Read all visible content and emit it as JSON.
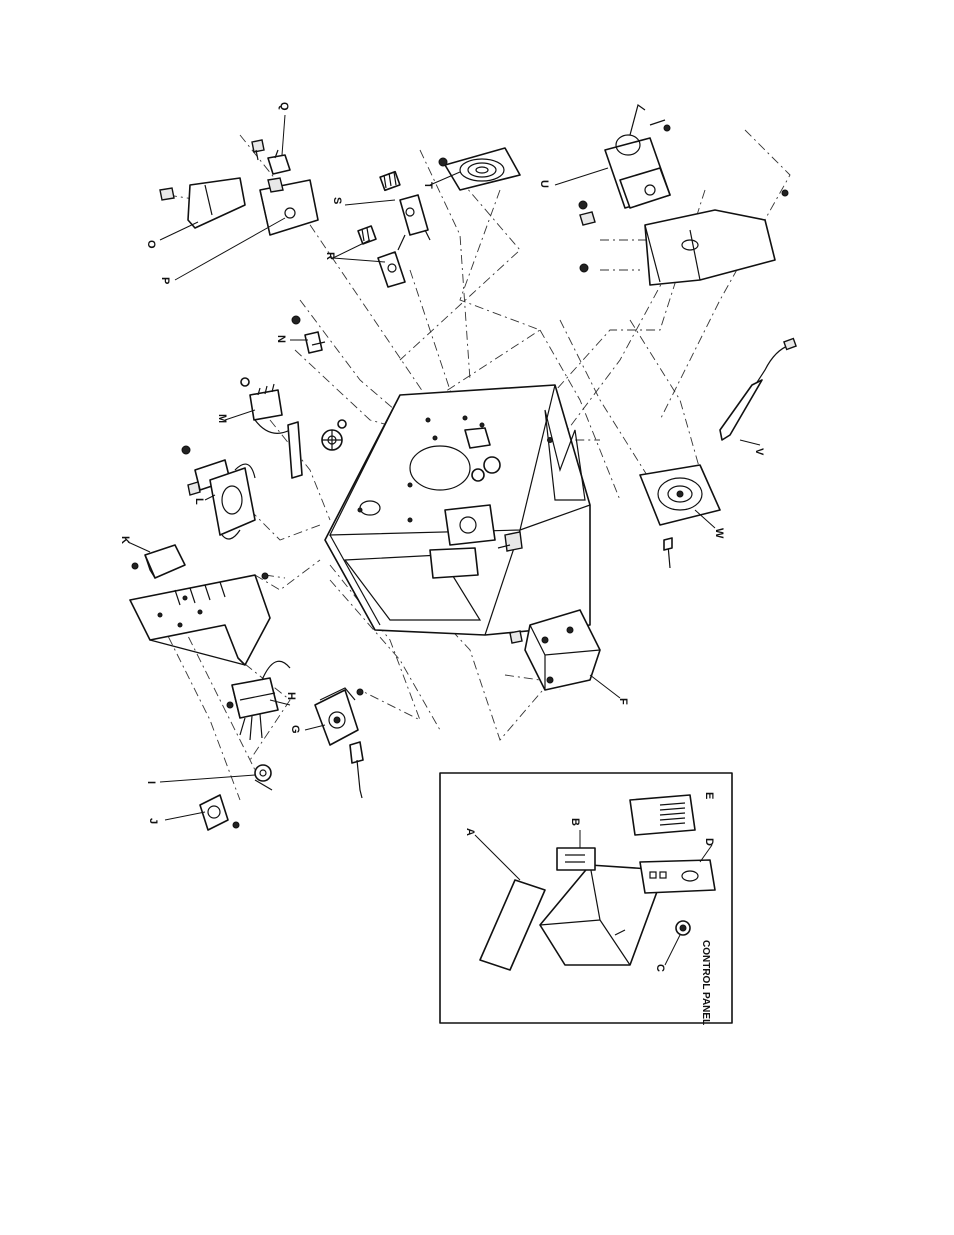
{
  "labels": {
    "a": "A",
    "b": "B",
    "c": "C",
    "d": "D",
    "e": "E",
    "f": "F",
    "g": "G",
    "h": "H",
    "i": "I",
    "j": "J",
    "k": "K",
    "l": "L",
    "m": "M",
    "n": "N",
    "o": "O",
    "p": "P",
    "q": "Q",
    "r": "R",
    "s": "S",
    "t": "T",
    "u": "U",
    "v": "V",
    "w": "W"
  },
  "control_panel": {
    "title": "CONTROL PANEL"
  }
}
